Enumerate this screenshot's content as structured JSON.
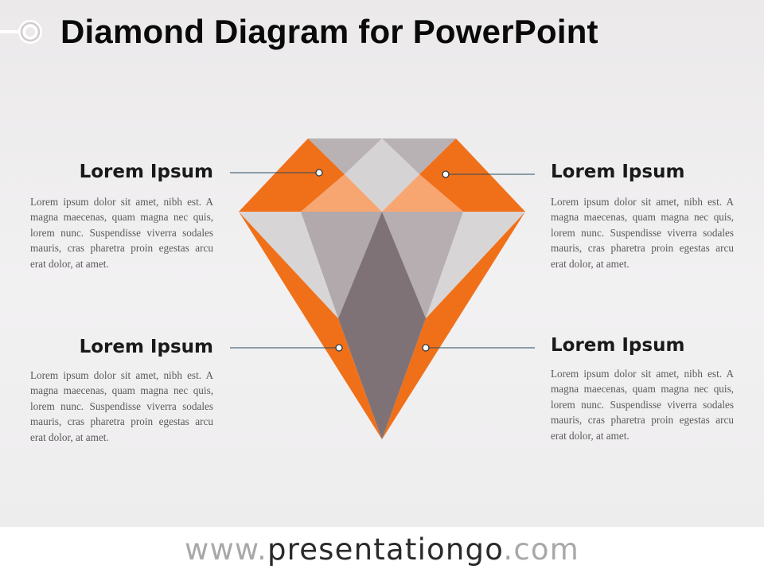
{
  "title": "Diamond Diagram for PowerPoint",
  "colors": {
    "accent_orange": "#f07019",
    "light_orange": "#f7a672",
    "gray_light": "#d8d5d6",
    "gray_mid": "#b5adb0",
    "gray_dark": "#7f7277",
    "connector": "#2b4a5c"
  },
  "items": [
    {
      "heading": "Lorem Ipsum",
      "text": "Lorem ipsum dolor sit amet, nibh est. A magna maecenas, quam magna nec quis, lorem nunc. Suspendisse viverra sodales mauris, cras pharetra proin egestas arcu erat dolor, at amet."
    },
    {
      "heading": "Lorem Ipsum",
      "text": "Lorem ipsum dolor sit amet, nibh est. A magna maecenas, quam magna nec quis, lorem nunc. Suspendisse viverra sodales mauris, cras pharetra proin egestas arcu erat dolor, at amet."
    },
    {
      "heading": "Lorem Ipsum",
      "text": "Lorem ipsum dolor sit amet, nibh est. A magna maecenas, quam magna nec quis, lorem nunc. Suspendisse viverra sodales mauris, cras pharetra proin egestas arcu erat dolor, at amet."
    },
    {
      "heading": "Lorem Ipsum",
      "text": "Lorem ipsum dolor sit amet, nibh est. A magna maecenas, quam magna nec quis, lorem nunc. Suspendisse viverra sodales mauris, cras pharetra proin egestas arcu erat dolor, at amet."
    }
  ],
  "footer": {
    "prefix": "www.",
    "domain": "presentationgo",
    "suffix": ".com"
  }
}
